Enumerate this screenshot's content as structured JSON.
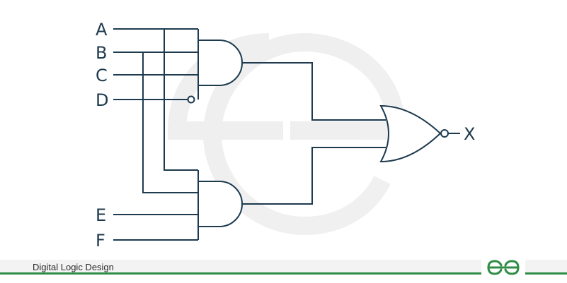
{
  "inputs": {
    "a": "A",
    "b": "B",
    "c": "C",
    "d": "D",
    "e": "E",
    "f": "F"
  },
  "output": {
    "x": "X"
  },
  "gates": {
    "top": "and-gate",
    "bottom": "and-gate",
    "final": "nor-gate"
  },
  "footer": {
    "caption": "Digital Logic Design"
  },
  "icons": {
    "brand": "geeksforgeeks-logo-icon",
    "watermark": "geeksforgeeks-watermark-icon"
  },
  "colors": {
    "wire": "#1d3a4e",
    "brand_green": "#2f8d46",
    "watermark": "#eeeeee"
  }
}
